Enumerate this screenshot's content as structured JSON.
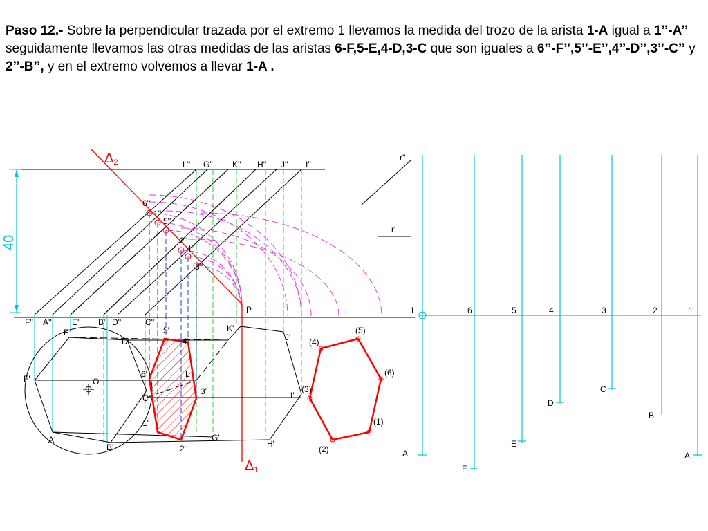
{
  "caption": [
    {
      "text": " Paso 12.- ",
      "bold": true
    },
    {
      "text": "Sobre la perpendicular trazada por el extremo 1 llevamos la medida del trozo de la arista ",
      "bold": false
    },
    {
      "text": "1-A",
      "bold": true
    },
    {
      "text": " igual a ",
      "bold": false
    },
    {
      "text": "1’’-A’’",
      "bold": true
    },
    {
      "text": " seguidamente llevamos las otras medidas  de las aristas ",
      "bold": false
    },
    {
      "text": "6-F,5-E,4-D,3-C",
      "bold": true
    },
    {
      "text": " que  son iguales a ",
      "bold": false
    },
    {
      "text": "6’’-F’’,5’’-E’’,4’’-D’’,3’’-C’’",
      "bold": true
    },
    {
      "text": " y ",
      "bold": false
    },
    {
      "text": "2’’-B’’,",
      "bold": true
    },
    {
      "text": " y en el extremo volvemos a llevar ",
      "bold": false
    },
    {
      "text": "1-A .",
      "bold": true
    }
  ],
  "labels": {
    "delta2": "Δ",
    "delta2_sub": "2",
    "delta1": "Δ",
    "delta1_sub": "1",
    "dimension": "40",
    "r_double": "r''",
    "r_single": "r'",
    "P": "P",
    "top_row": [
      "L''",
      "G''",
      "K''",
      "H''",
      "J''",
      "I''"
    ],
    "base_row": [
      "F''",
      "A''",
      "E''",
      "B''",
      "D''",
      "C''"
    ],
    "section_points": [
      "6''",
      "1''",
      "5''",
      "2''",
      "4''",
      "3''"
    ],
    "plan_outer": [
      "E'",
      "D'",
      "K'",
      "J'",
      "F'",
      "O'",
      "L",
      "C'",
      "I'",
      "A'",
      "G'",
      "B'",
      "H'"
    ],
    "plan_section": [
      "5'",
      "4'",
      "6'",
      "3'",
      "1'",
      "2'"
    ],
    "true_shape": [
      "(4)",
      "(5)",
      "(6)",
      "(3)",
      "(1)",
      "(2)"
    ],
    "dev_top": [
      "1",
      "6",
      "5",
      "4",
      "3",
      "2",
      "1"
    ],
    "dev_bottom": [
      "A",
      "F",
      "E",
      "D",
      "C",
      "B",
      "A"
    ]
  }
}
